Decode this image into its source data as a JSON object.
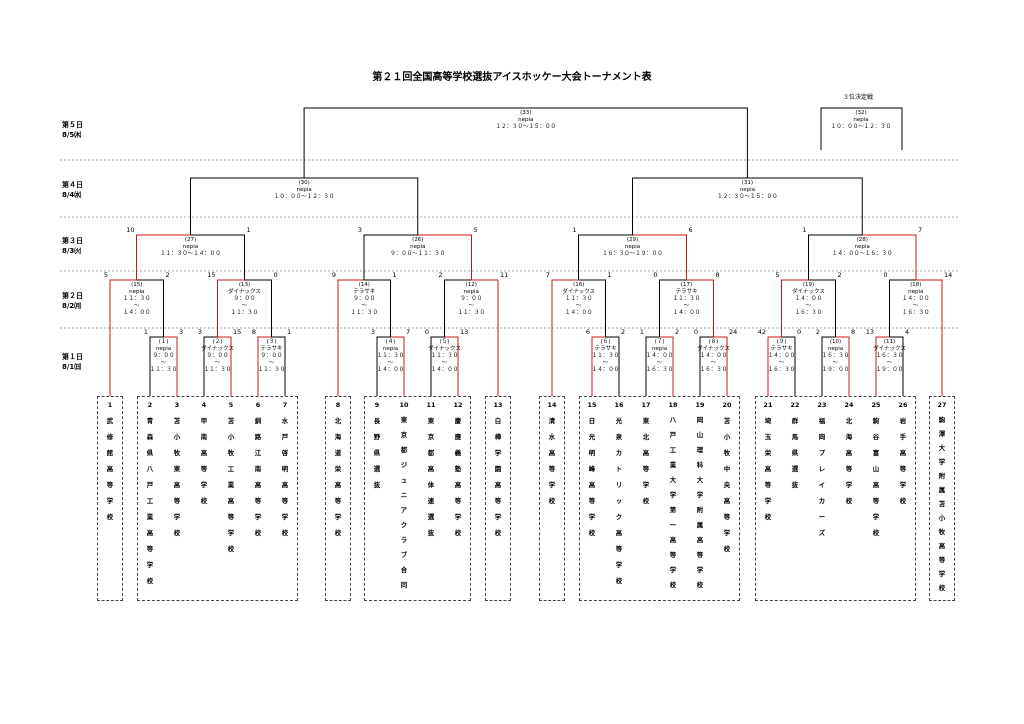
{
  "title": "第２１回全国高等学校選抜アイスホッケー大会トーナメント表",
  "third_place_label": "３位決定戦",
  "days": [
    {
      "label": "第５日",
      "date": "8/5㈭"
    },
    {
      "label": "第４日",
      "date": "8/4㈬"
    },
    {
      "label": "第３日",
      "date": "8/3㈫"
    },
    {
      "label": "第２日",
      "date": "8/2㈪"
    },
    {
      "label": "第１日",
      "date": "8/1㈰"
    }
  ],
  "teams": [
    {
      "num": "1",
      "name": "武修館高等学校"
    },
    {
      "num": "2",
      "name": "青森県八戸工業高等学校"
    },
    {
      "num": "3",
      "name": "苫小牧東高等学校"
    },
    {
      "num": "4",
      "name": "甲南高等学校"
    },
    {
      "num": "5",
      "name": "苫小牧工業高等学校"
    },
    {
      "num": "6",
      "name": "釧路江南高等学校"
    },
    {
      "num": "7",
      "name": "水戸啓明高等学校"
    },
    {
      "num": "8",
      "name": "北海道栄高等学校"
    },
    {
      "num": "9",
      "name": "長野県選抜"
    },
    {
      "num": "10",
      "name": "東京都ジュニアクラブ合同"
    },
    {
      "num": "11",
      "name": "東京都高体連選抜"
    },
    {
      "num": "12",
      "name": "慶應義塾高等学校"
    },
    {
      "num": "13",
      "name": "白樺学園高等学校"
    },
    {
      "num": "14",
      "name": "清水高等学校"
    },
    {
      "num": "15",
      "name": "日光明峰高等学校"
    },
    {
      "num": "16",
      "name": "光泉カトリック高等学校"
    },
    {
      "num": "17",
      "name": "東北高等学校"
    },
    {
      "num": "18",
      "name": "八戸工業大学第一高等学校"
    },
    {
      "num": "19",
      "name": "岡山理科大学附属高等学校"
    },
    {
      "num": "20",
      "name": "苫小牧中央高等学校"
    },
    {
      "num": "21",
      "name": "埼玉栄高等学校"
    },
    {
      "num": "22",
      "name": "群馬県選抜"
    },
    {
      "num": "23",
      "name": "福岡プレイカーズ"
    },
    {
      "num": "24",
      "name": "北海高等学校"
    },
    {
      "num": "25",
      "name": "駒谷富山高等学校"
    },
    {
      "num": "26",
      "name": "岩手高等学校"
    },
    {
      "num": "27",
      "name": "駒澤大学附属苫小牧高等学校"
    }
  ],
  "matches": {
    "m1": {
      "no": "(１)",
      "venue": "nepia",
      "time": "９：００\n～\n１１：３０",
      "s1": "1",
      "s2": "3"
    },
    "m2": {
      "no": "(２)",
      "venue": "ダイナックス",
      "time": "９：００\n～\n１１：３０",
      "s1": "3",
      "s2": "15"
    },
    "m3": {
      "no": "(３)",
      "venue": "テラサキ",
      "time": "９：００\n～\n１１：３０",
      "s1": "8",
      "s2": "1"
    },
    "m4": {
      "no": "(４)",
      "venue": "nepia",
      "time": "１１：３０\n～\n１４：００",
      "s1": "3",
      "s2": "7"
    },
    "m5": {
      "no": "(５)",
      "venue": "ダイナックス",
      "time": "１１：３０\n～\n１４：００",
      "s1": "0",
      "s2": "13"
    },
    "m6": {
      "no": "(６)",
      "venue": "テラサキ",
      "time": "１１：３０\n～\n１４：００",
      "s1": "6",
      "s2": "2"
    },
    "m7": {
      "no": "(７)",
      "venue": "nepia",
      "time": "１４：００\n～\n１６：３０",
      "s1": "1",
      "s2": "2"
    },
    "m8": {
      "no": "(８)",
      "venue": "ダイナックス",
      "time": "１４：００\n～\n１６：３０",
      "s1": "0",
      "s2": "24"
    },
    "m9": {
      "no": "(９)",
      "venue": "テラサキ",
      "time": "１４：００\n～\n１６：３０",
      "s1": "42",
      "s2": "0"
    },
    "m10": {
      "no": "(10)",
      "venue": "nepia",
      "time": "１６：３０\n～\n１９：００",
      "s1": "2",
      "s2": "8"
    },
    "m11": {
      "no": "(11)",
      "venue": "ダイナックス",
      "time": "１６：３０\n～\n１９：００",
      "s1": "13",
      "s2": "4"
    },
    "m12": {
      "no": "(12)",
      "venue": "nepia",
      "time": "９：００\n～\n１１：３０",
      "s1": "2",
      "s2": "11"
    },
    "m13": {
      "no": "(13)",
      "venue": "ダイナックス",
      "time": "９：００\n～\n１１：３０",
      "s1": "15",
      "s2": "0"
    },
    "m14": {
      "no": "(14)",
      "venue": "テラサキ",
      "time": "９：００\n～\n１１：３０",
      "s1": "9",
      "s2": "1"
    },
    "m15": {
      "no": "(15)",
      "venue": "nepia",
      "time": "１１：３０\n～\n１４：００",
      "s1": "5",
      "s2": "2"
    },
    "m16": {
      "no": "(16)",
      "venue": "ダイナックス",
      "time": "１１：３０\n～\n１４：００",
      "s1": "7",
      "s2": "1"
    },
    "m17": {
      "no": "(17)",
      "venue": "テラサキ",
      "time": "１１：３０\n～\n１４：００",
      "s1": "0",
      "s2": "8"
    },
    "m18": {
      "no": "(18)",
      "venue": "nepia",
      "time": "１４：００\n～\n１６：３０",
      "s1": "0",
      "s2": "14"
    },
    "m19": {
      "no": "(19)",
      "venue": "ダイナックス",
      "time": "１４：００\n～\n１６：３０",
      "s1": "5",
      "s2": "2"
    },
    "m26": {
      "no": "(26)",
      "venue": "nepia",
      "time": "９：００～１１：３０",
      "s1": "3",
      "s2": "5"
    },
    "m27": {
      "no": "(27)",
      "venue": "nepia",
      "time": "１１：３０～１４：００",
      "s1": "10",
      "s2": "1"
    },
    "m28": {
      "no": "(28)",
      "venue": "nepia",
      "time": "１４：００～１６：３０",
      "s1": "1",
      "s2": "7"
    },
    "m29": {
      "no": "(29)",
      "venue": "nepia",
      "time": "１６：３０～１９：００",
      "s1": "1",
      "s2": "6"
    },
    "m30": {
      "no": "(30)",
      "venue": "nepia",
      "time": "１０：００～１２：３０"
    },
    "m31": {
      "no": "(31)",
      "venue": "nepia",
      "time": "１２：３０～１５：００"
    },
    "m32": {
      "no": "(32)",
      "venue": "nepia",
      "time": "１０：００～１２：３０"
    },
    "m33": {
      "no": "(33)",
      "venue": "nepia",
      "time": "１２：３０～１５：００"
    }
  },
  "colors": {
    "winner_line": "#d11414",
    "line": "#000000",
    "divider": "#888888"
  }
}
